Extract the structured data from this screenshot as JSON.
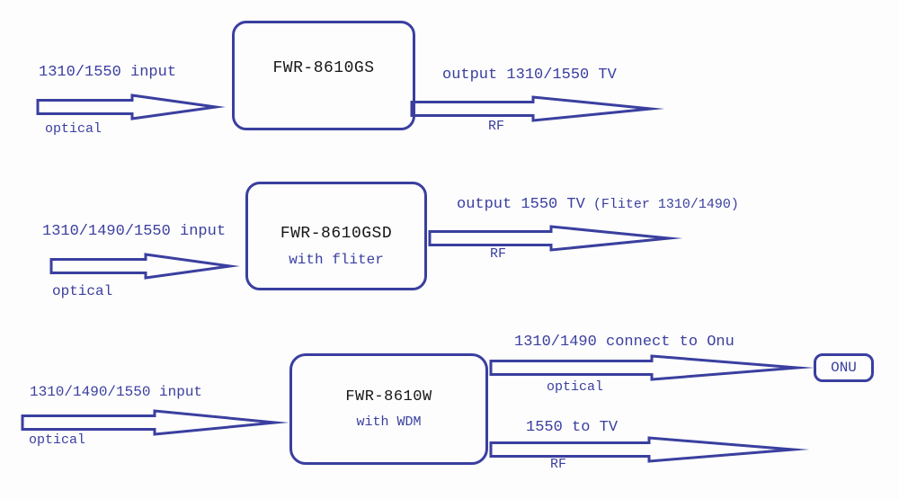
{
  "colors": {
    "accent": "#3a3f9f",
    "device_title": "#161616",
    "background": "#fdfdfd"
  },
  "rows": [
    {
      "input_label": "1310/1550 input",
      "input_medium": "optical",
      "device": {
        "title": "FWR-8610GS",
        "subtitle": ""
      },
      "outputs": [
        {
          "label": "output 1310/1550 TV",
          "note": "",
          "medium": "RF"
        }
      ]
    },
    {
      "input_label": "1310/1490/1550 input",
      "input_medium": "optical",
      "device": {
        "title": "FWR-8610GSD",
        "subtitle": "with fliter"
      },
      "outputs": [
        {
          "label": "output 1550 TV",
          "note": "(Fliter 1310/1490)",
          "medium": "RF"
        }
      ]
    },
    {
      "input_label": "1310/1490/1550 input",
      "input_medium": "optical",
      "device": {
        "title": "FWR-8610W",
        "subtitle": "with WDM"
      },
      "outputs": [
        {
          "label": "1310/1490 connect to Onu",
          "medium": "optical",
          "endpoint": "ONU"
        },
        {
          "label": "1550 to TV",
          "medium": "RF"
        }
      ]
    }
  ]
}
